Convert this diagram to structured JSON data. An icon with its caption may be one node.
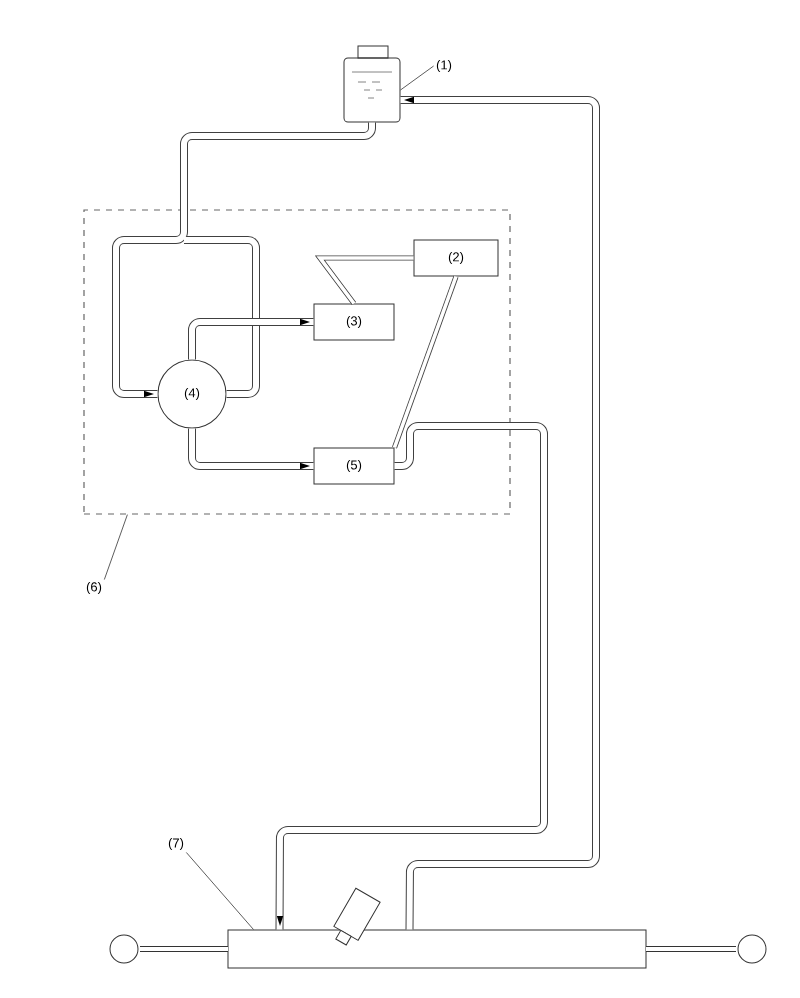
{
  "diagram": {
    "nodes": [
      {
        "text": [
          "(1)"
        ]
      },
      {
        "text": [],
        "shape": "tank"
      },
      {
        "text": [],
        "shape": "box"
      },
      {
        "text": [
          "(2)"
        ],
        "in": 2
      },
      {
        "text": [
          "(3)"
        ],
        "in": 2
      },
      {
        "text": [
          "(4)"
        ],
        "in": 2
      },
      {
        "text": [
          "(5)"
        ],
        "in": 2
      },
      {
        "text": [
          "(6)"
        ]
      },
      {
        "text": [
          "(7)"
        ]
      },
      {
        "text": [],
        "shape": "bar"
      }
    ],
    "edges": [
      {
        "from": 0,
        "to": 1,
        "arrow": "none"
      },
      {
        "from": 1,
        "to": 5,
        "arrow": "to"
      },
      {
        "from": 5,
        "to": 4,
        "arrow": "to"
      },
      {
        "from": 5,
        "to": 6,
        "arrow": "to"
      },
      {
        "from": 3,
        "to": 4,
        "arrow": "none"
      },
      {
        "from": 3,
        "to": 6,
        "arrow": "none"
      },
      {
        "from": 6,
        "to": 9,
        "arrow": "to"
      },
      {
        "from": 9,
        "to": 1,
        "arrow": "to"
      },
      {
        "from": 7,
        "to": 2,
        "arrow": "none"
      },
      {
        "from": 8,
        "to": 9,
        "arrow": "none"
      }
    ]
  }
}
